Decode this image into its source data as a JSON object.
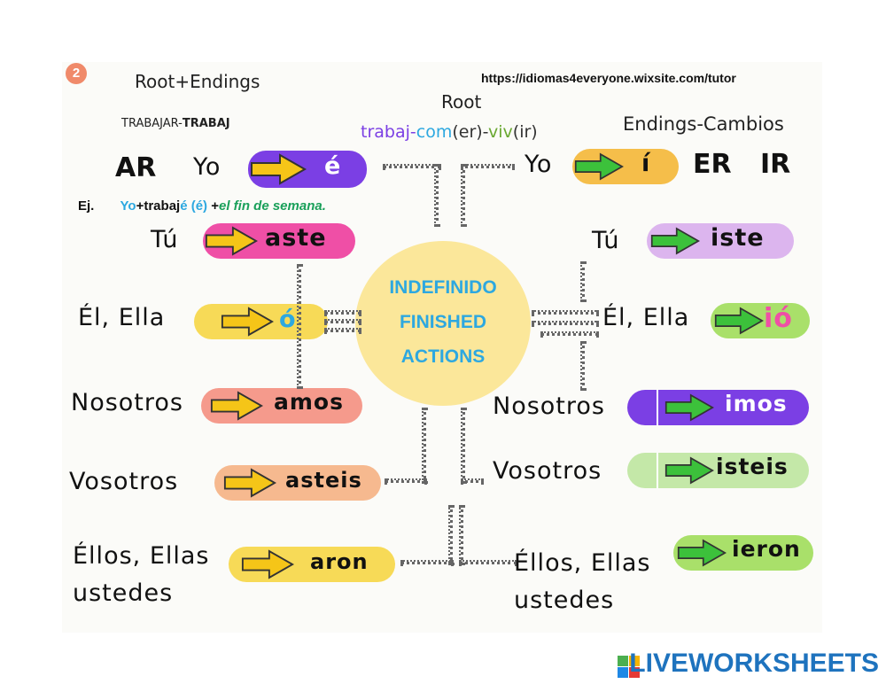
{
  "badge": "2",
  "title": "Root+Endings",
  "url": "https://idiomas4everyone.wixsite.com/tutor",
  "trabajar_label": "TRABAJAR-",
  "trabajar_root": "TRABAJ",
  "root_label": "Root",
  "roots": {
    "r1": "trabaj-",
    "r2": "com",
    "r3": "(er)-",
    "r4": "viv",
    "r5": "(ir)"
  },
  "endings_cambios": "Endings-Cambios",
  "ar_label": "AR",
  "er_label": "ER",
  "ir_label": "IR",
  "example": {
    "ej": "Ej.",
    "yo": "Yo",
    "plus1": "+trabaj",
    "e1": "é",
    "paren": "(é)",
    "plus2": "+",
    "rest": "el fin de semana."
  },
  "center": {
    "line1": "INDEFINIDO",
    "line2": "FINISHED",
    "line3": "ACTIONS"
  },
  "left": {
    "yo": {
      "pronoun": "Yo",
      "ending": "é"
    },
    "tu": {
      "pronoun": "Tú",
      "ending": "aste"
    },
    "el": {
      "pronoun": "Él, Ella",
      "ending": "ó"
    },
    "nosotros": {
      "pronoun": "Nosotros",
      "ending": "amos"
    },
    "vosotros": {
      "pronoun": "Vosotros",
      "ending": "asteis"
    },
    "ellos": {
      "pronoun1": "Éllos, Ellas",
      "pronoun2": "ustedes",
      "ending": "aron"
    }
  },
  "right": {
    "yo": {
      "pronoun": "Yo",
      "ending": "í"
    },
    "tu": {
      "pronoun": "Tú",
      "ending": "iste"
    },
    "el": {
      "pronoun": "Él, Ella",
      "ending": "ió"
    },
    "nosotros": {
      "pronoun": "Nosotros",
      "ending": "imos"
    },
    "vosotros": {
      "pronoun": "Vosotros",
      "ending": "isteis"
    },
    "ellos": {
      "pronoun1": "Éllos, Ellas",
      "pronoun2": "ustedes",
      "ending": "ieron"
    }
  },
  "brand": "LIVEWORKSHEETS",
  "colors": {
    "yellow_arrow": "#f5c518",
    "green_arrow": "#3cc13b",
    "purple": "#7b3fe4",
    "pink": "#ef4fa6",
    "yellow_pill": "#f7da57",
    "salmon": "#f59a8c",
    "peach": "#f6b98f",
    "lavender": "#dcb5ee",
    "lime": "#a9e06a",
    "light_green": "#c4e8a8",
    "circle": "#fbe79a",
    "center_text": "#2da8e0"
  }
}
